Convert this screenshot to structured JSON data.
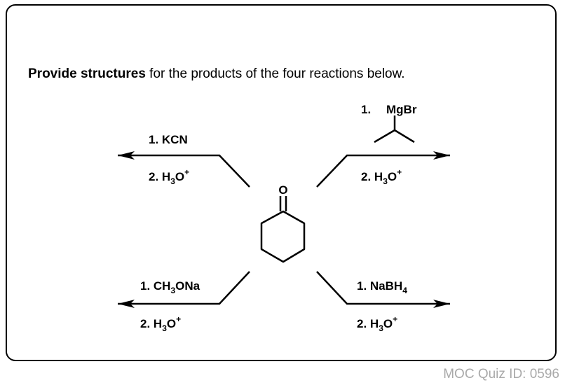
{
  "prompt": {
    "bold": "Provide structures",
    "rest": " for the products of the four reactions below."
  },
  "molecule": {
    "atom_label": "O"
  },
  "reactions": [
    {
      "position": "upper-left",
      "step1": {
        "prefix": "1. ",
        "formula": "KCN"
      },
      "step2": {
        "prefix": "2. H",
        "sub": "3",
        "mid": "O",
        "sup": "+"
      }
    },
    {
      "position": "upper-right",
      "step1": {
        "prefix": "1.",
        "reagent": "MgBr"
      },
      "step2": {
        "prefix": "2. H",
        "sub": "3",
        "mid": "O",
        "sup": "+"
      }
    },
    {
      "position": "lower-left",
      "step1": {
        "prefix": "1. CH",
        "sub": "3",
        "rest": "ONa"
      },
      "step2": {
        "prefix": "2. H",
        "sub": "3",
        "mid": "O",
        "sup": "+"
      }
    },
    {
      "position": "lower-right",
      "step1": {
        "prefix": "1. NaBH",
        "sub": "4"
      },
      "step2": {
        "prefix": "2. H",
        "sub": "3",
        "mid": "O",
        "sup": "+"
      }
    }
  ],
  "footer": {
    "quiz_id": "MOC Quiz ID: 0596"
  },
  "colors": {
    "ink": "#000000",
    "footer_text": "#a9a9a9"
  }
}
